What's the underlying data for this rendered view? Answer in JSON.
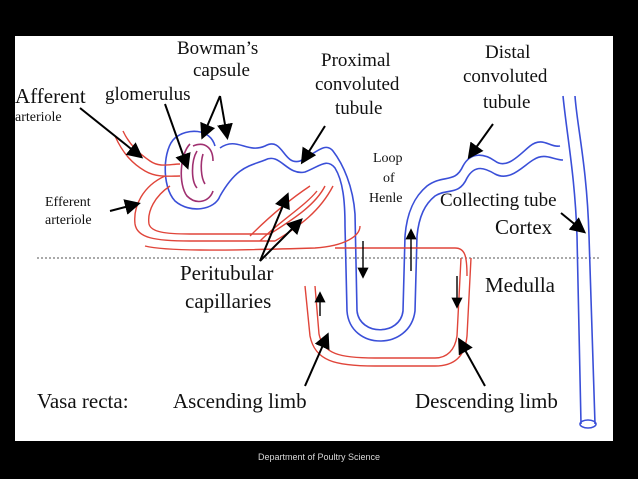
{
  "diagram": {
    "labels": {
      "bowmans_capsule_1": "Bowman’s",
      "bowmans_capsule_2": "capsule",
      "proximal_1": "Proximal",
      "proximal_2": "convoluted",
      "proximal_3": "tubule",
      "distal_1": "Distal",
      "distal_2": "convoluted",
      "distal_3": "tubule",
      "afferent_1": "Afferent",
      "afferent_2": "arteriole",
      "glomerulus": "glomerulus",
      "loop_1": "Loop",
      "loop_2": "of",
      "loop_3": "Henle",
      "efferent_1": "Efferent",
      "efferent_2": "arteriole",
      "collecting_tube": "Collecting tube",
      "cortex": "Cortex",
      "peritubular_1": "Peritubular",
      "peritubular_2": "capillaries",
      "medulla": "Medulla",
      "vasa_recta": "Vasa recta:",
      "ascending_limb": "Ascending limb",
      "descending_limb": "Descending limb"
    },
    "colors": {
      "tubule": "#3a4fd8",
      "blood": "#e0453a",
      "arrow": "#000000"
    }
  },
  "footer": {
    "text": "Department of Poultry Science"
  }
}
